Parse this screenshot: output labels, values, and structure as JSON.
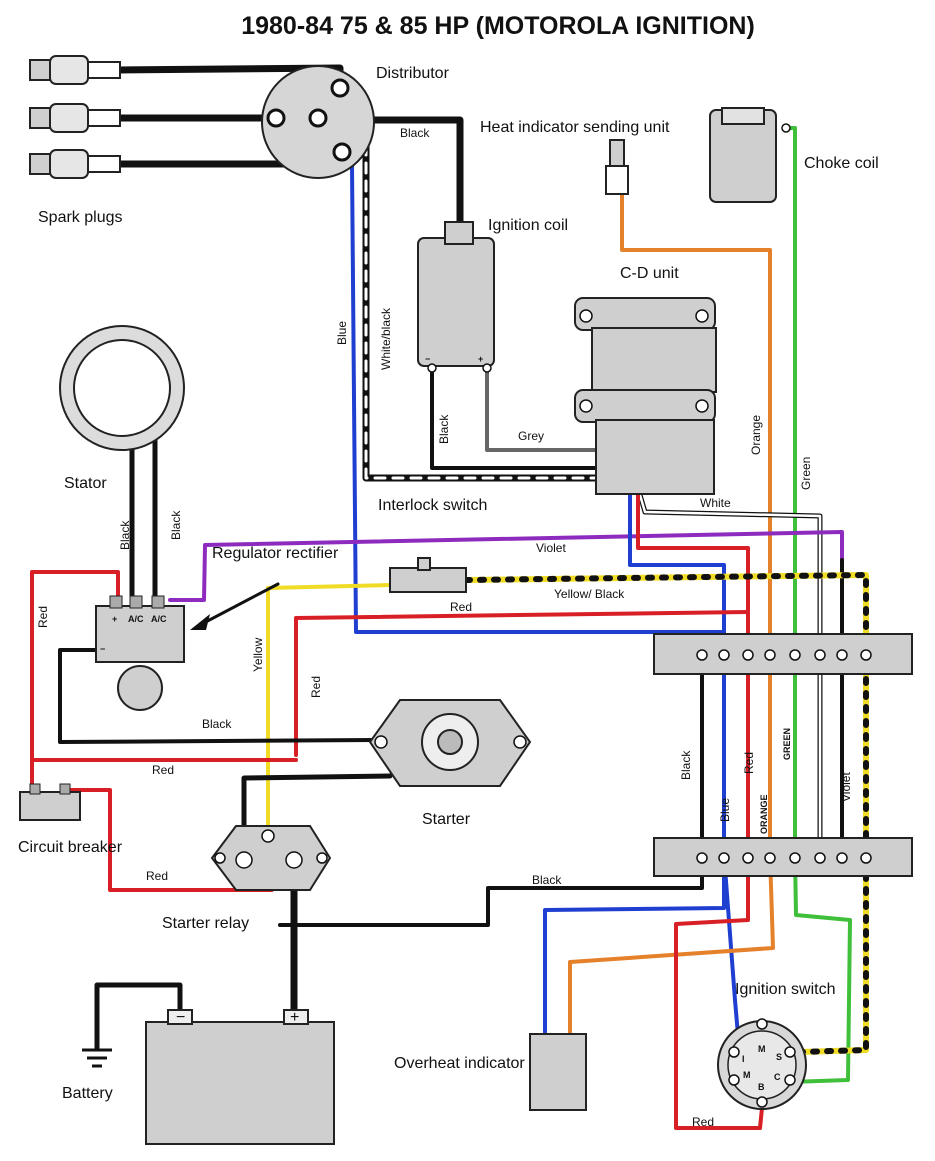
{
  "title": "1980-84 75 & 85 HP (MOTOROLA IGNITION)",
  "components": {
    "distributor": "Distributor",
    "spark_plugs": "Spark plugs",
    "heat_sender": "Heat indicator sending unit",
    "choke_coil": "Choke coil",
    "ignition_coil": "Ignition coil",
    "cd_unit": "C-D unit",
    "stator": "Stator",
    "interlock_switch": "Interlock switch",
    "regulator_rectifier": "Regulator rectifier",
    "starter": "Starter",
    "circuit_breaker": "Circuit breaker",
    "starter_relay": "Starter relay",
    "battery": "Battery",
    "overheat_indicator": "Overheat indicator",
    "ignition_switch": "Ignition switch"
  },
  "wires": {
    "black_dist": "Black",
    "blue": "Blue",
    "white_black": "White/black",
    "grey": "Grey",
    "black_coil": "Black",
    "orange": "Orange",
    "green": "Green",
    "white": "White",
    "stator_black_1": "Black",
    "stator_black_2": "Black",
    "violet": "Violet",
    "yellow_black": "Yellow/ Black",
    "red_top": "Red",
    "red_left": "Red",
    "yellow": "Yellow",
    "red_mid": "Red",
    "black_reg": "Black",
    "red_reg": "Red",
    "red_relay": "Red",
    "black_harness": "Black",
    "black_strip": "Black",
    "blue_strip": "Blue",
    "red_strip": "Red",
    "orange_strip": "ORANGE",
    "green_strip": "GREEN",
    "violet_strip": "Violet",
    "red_bottom": "Red"
  },
  "terminals": {
    "coil_neg": "−",
    "coil_pos": "+",
    "reg_pos": "+",
    "reg_ac1": "A/C",
    "reg_ac2": "A/C",
    "reg_neg": "−",
    "bat_neg": "−",
    "bat_pos": "+",
    "sw_m1": "M",
    "sw_s": "S",
    "sw_i": "I",
    "sw_m2": "M",
    "sw_b": "B",
    "sw_c": "C"
  },
  "colors": {
    "black": "#111111",
    "blue": "#1f3fd1",
    "red": "#d81f26",
    "orange": "#e5812b",
    "green": "#3fbf3a",
    "yellow": "#f0dc24",
    "violet": "#8e2bbf",
    "grey": "#666666",
    "white": "#ffffff",
    "part": "#cfcfcf"
  }
}
